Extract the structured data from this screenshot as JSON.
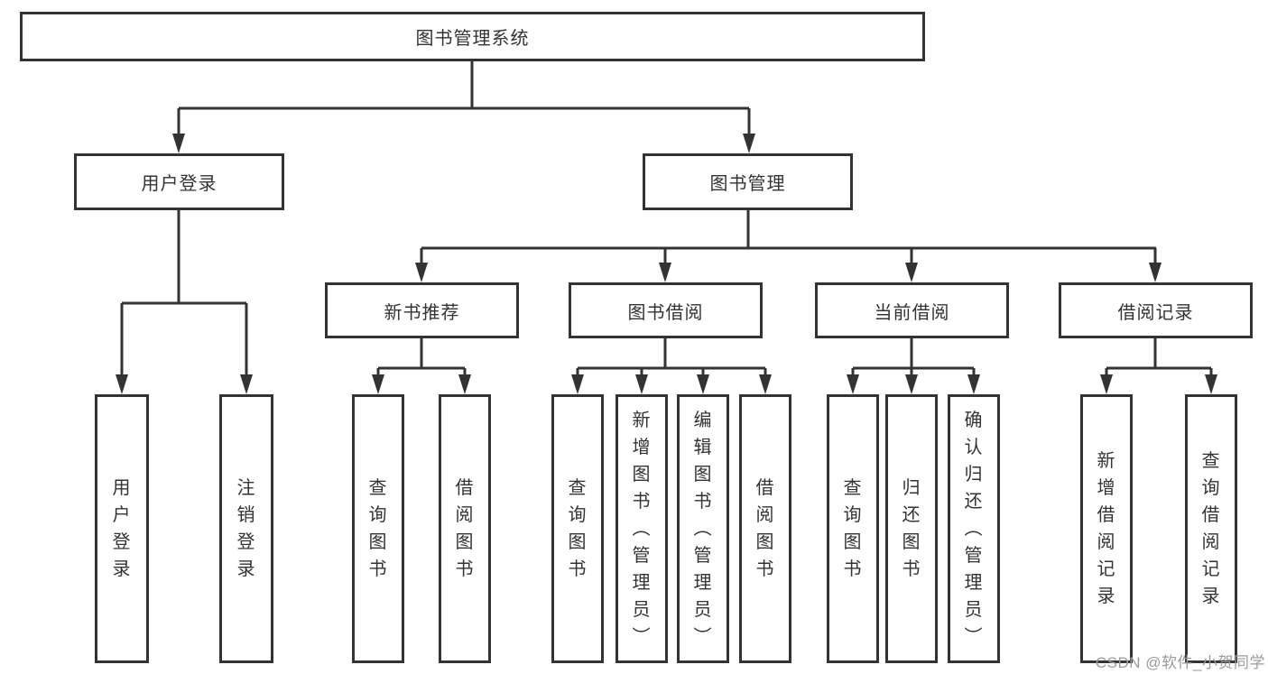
{
  "diagram": {
    "root": {
      "label": "图书管理系统"
    },
    "branches": [
      {
        "label": "用户登录",
        "children": [
          {
            "label": "用户登录"
          },
          {
            "label": "注销登录"
          }
        ]
      },
      {
        "label": "图书管理",
        "children": [
          {
            "label": "新书推荐",
            "children": [
              {
                "label": "查询图书"
              },
              {
                "label": "借阅图书"
              }
            ]
          },
          {
            "label": "图书借阅",
            "children": [
              {
                "label": "查询图书"
              },
              {
                "label": "新增图书（管理员）"
              },
              {
                "label": "编辑图书（管理员）"
              },
              {
                "label": "借阅图书"
              }
            ]
          },
          {
            "label": "当前借阅",
            "children": [
              {
                "label": "查询图书"
              },
              {
                "label": "归还图书"
              },
              {
                "label": "确认归还（管理员）"
              }
            ]
          },
          {
            "label": "借阅记录",
            "children": [
              {
                "label": "新增借阅记录"
              },
              {
                "label": "查询借阅记录"
              }
            ]
          }
        ]
      }
    ],
    "watermark": "CSDN @软件_小贺同学",
    "colors": {
      "line": "#333333",
      "box_border": "#333333",
      "box_fill": "#ffffff",
      "text": "#333333",
      "watermark": "#9b9b9b",
      "background": "#ffffff"
    }
  }
}
